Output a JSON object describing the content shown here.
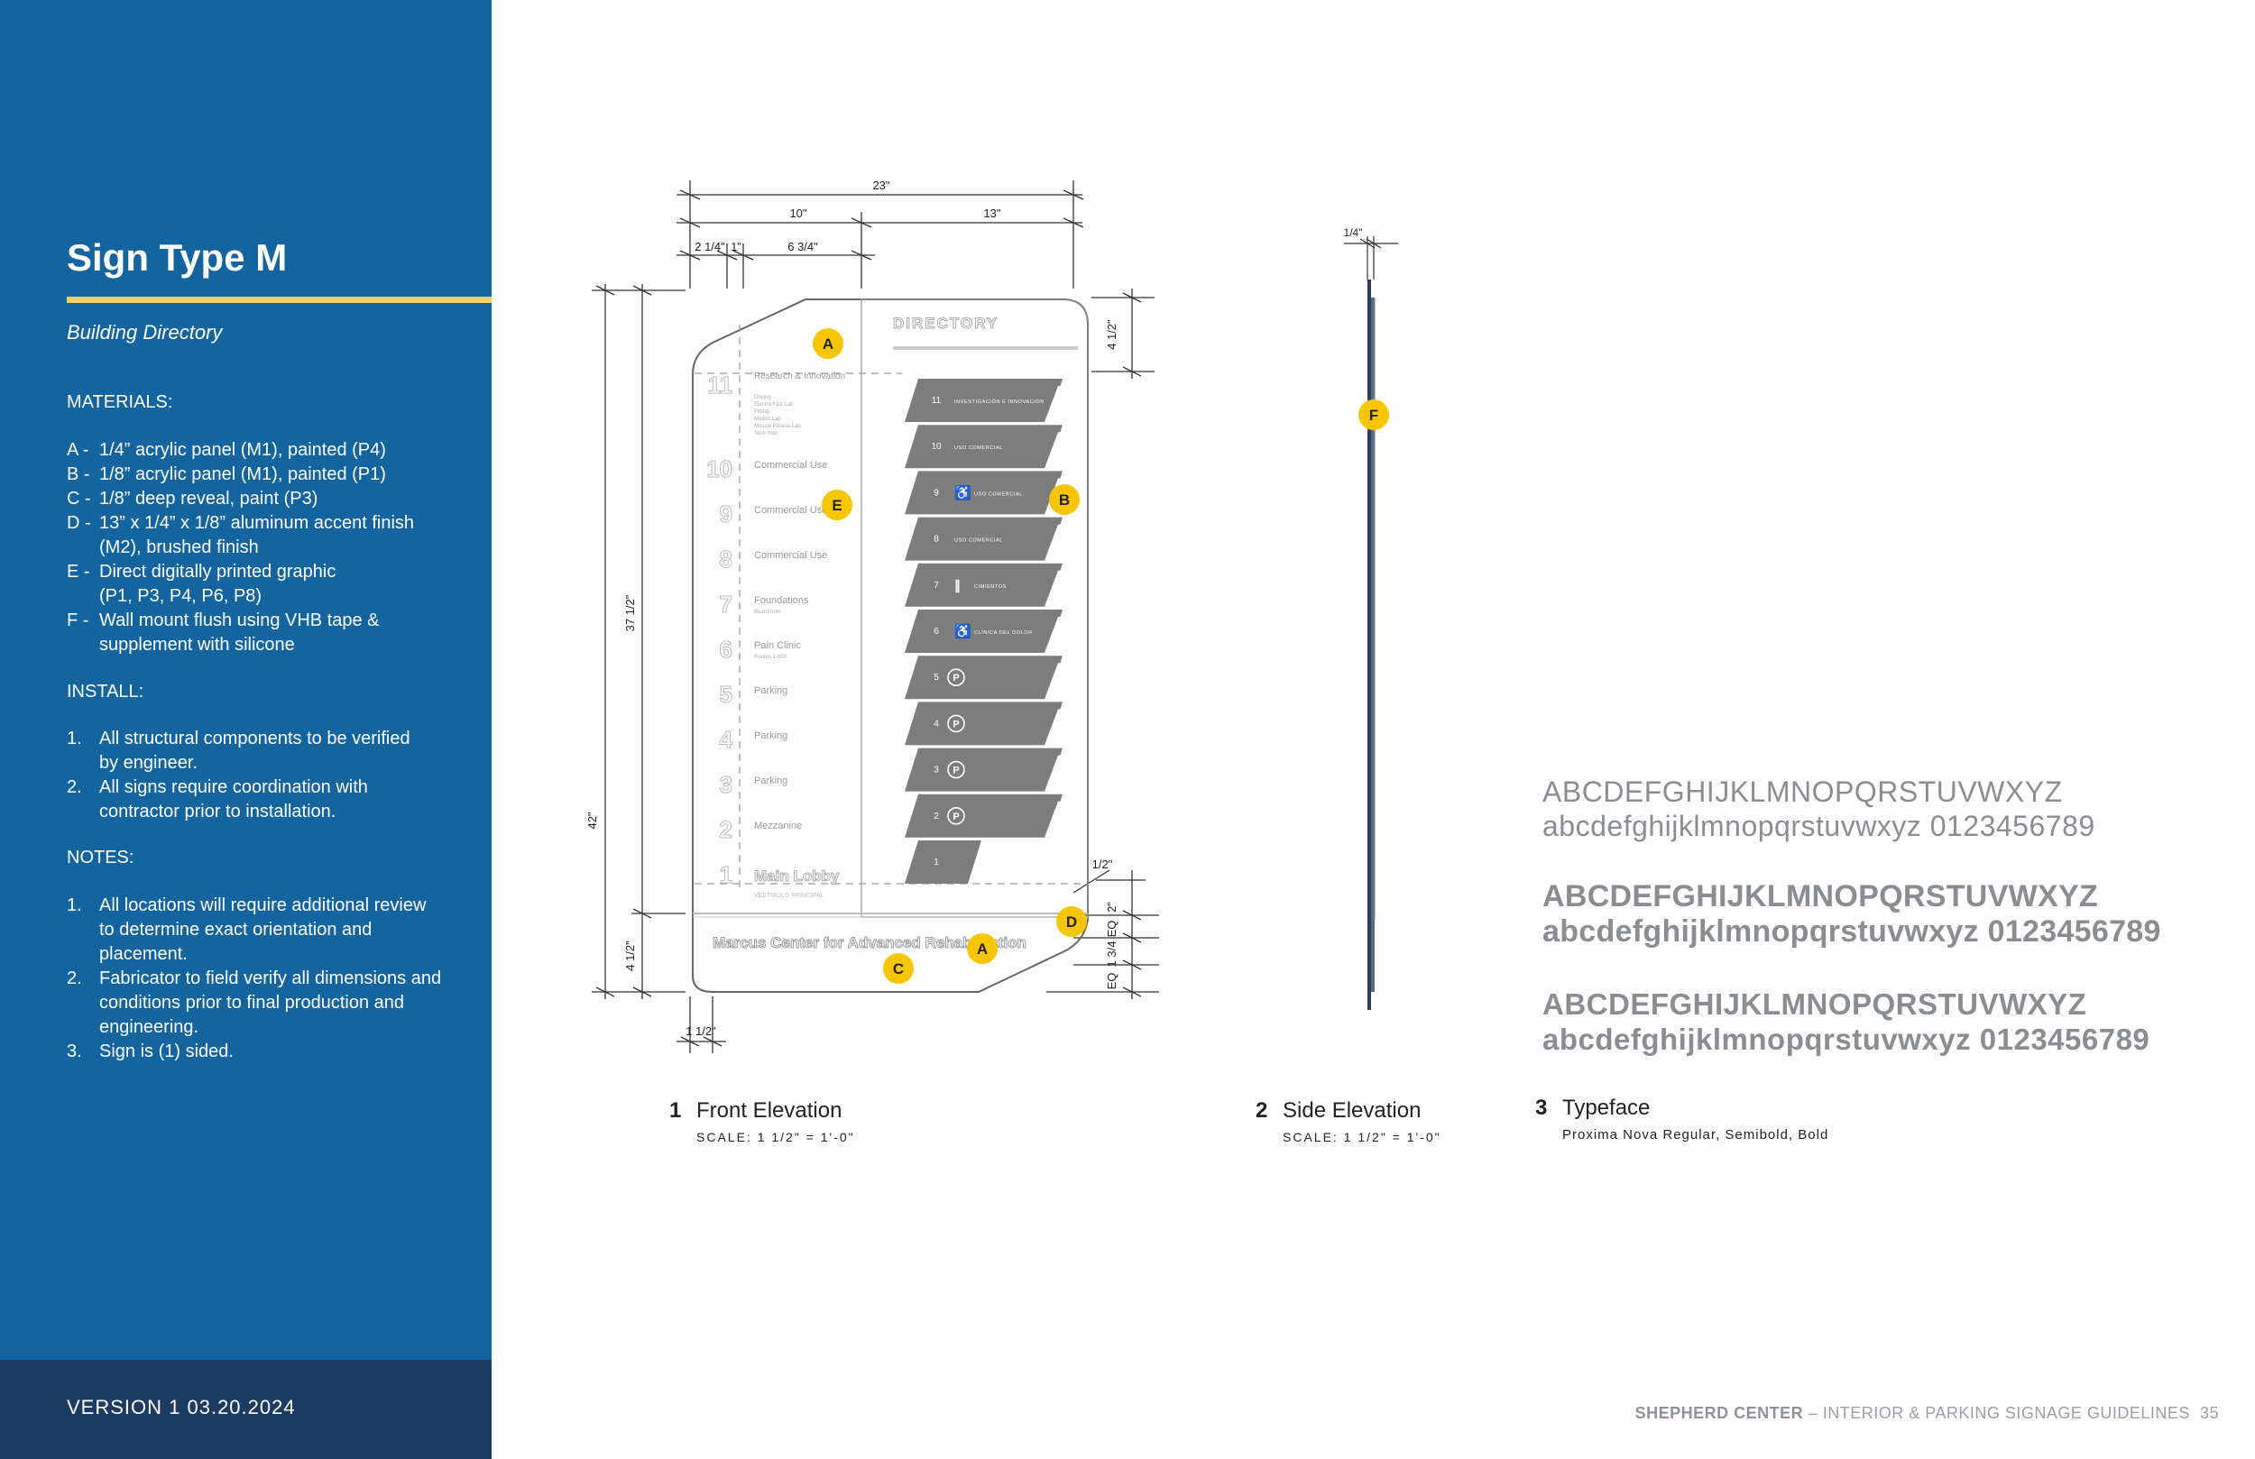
{
  "sidebar": {
    "title": "Sign Type M",
    "subtitle": "Building Directory",
    "materials_heading": "MATERIALS:",
    "materials": [
      {
        "key": "A -",
        "text": "1/4” acrylic panel (M1), painted (P4)"
      },
      {
        "key": "B -",
        "text": "1/8” acrylic panel (M1), painted (P1)"
      },
      {
        "key": "C -",
        "text": "1/8” deep reveal, paint (P3)"
      },
      {
        "key": "D -",
        "text": "13” x 1/4” x 1/8” aluminum accent finish (M2), brushed finish"
      },
      {
        "key": "E -",
        "text": "Direct digitally printed graphic (P1, P3, P4, P6, P8)"
      },
      {
        "key": "F -",
        "text": "Wall mount flush using VHB tape & supplement with silicone"
      }
    ],
    "install_heading": "INSTALL:",
    "install": [
      {
        "key": "1.",
        "text": "All structural components to be verified by engineer."
      },
      {
        "key": "2.",
        "text": "All signs require coordination with contractor prior to installation."
      }
    ],
    "notes_heading": "NOTES:",
    "notes": [
      {
        "key": "1.",
        "text": "All locations will require additional review to determine exact orientation and placement."
      },
      {
        "key": "2.",
        "text": "Fabricator to field verify all dimensions and conditions prior to final production and engineering."
      },
      {
        "key": "3.",
        "text": "Sign is (1) sided."
      }
    ],
    "version": "VERSION 1  03.20.2024"
  },
  "footer": {
    "brand": "SHEPHERD CENTER",
    "text": " – INTERIOR & PARKING SIGNAGE GUIDELINES",
    "page": "35"
  },
  "front_elevation": {
    "number": "1",
    "title": "Front Elevation",
    "scale": "SCALE: 1 1/2\" = 1'-0\"",
    "dims": {
      "overall_width": "23\"",
      "left_width": "10\"",
      "right_width": "13\"",
      "d1": "2 1/4\"",
      "d2": "1\"",
      "d3": "6 3/4\"",
      "height_total": "42\"",
      "height_upper": "37 1/2\"",
      "height_base": "4 1/2\"",
      "top_gap": "4 1/2\"",
      "bottom_margin": "1 1/2\"",
      "right_half": "1/2\"",
      "right_2": "2\"",
      "right_eq1": "EQ",
      "right_134": "1 3/4",
      "right_eq2": "EQ"
    },
    "callouts": [
      "A",
      "B",
      "C",
      "D",
      "E"
    ],
    "directory_heading": "DIRECTORY",
    "left_floors": [
      {
        "num": "11",
        "label": "Research & Innovation",
        "sub": "Driving / Electro-Fizz Lab / Fitting / Motion Lab / Muscle Fitness Lab / Tech Hub"
      },
      {
        "num": "10",
        "label": "Commercial Use",
        "sub": ""
      },
      {
        "num": "9",
        "label": "Commercial Use",
        "sub": ""
      },
      {
        "num": "8",
        "label": "Commercial Use",
        "sub": ""
      },
      {
        "num": "7",
        "label": "Foundations",
        "sub": "Boardroom"
      },
      {
        "num": "6",
        "label": "Pain Clinic",
        "sub": "Rooms 1-600"
      },
      {
        "num": "5",
        "label": "Parking",
        "sub": ""
      },
      {
        "num": "4",
        "label": "Parking",
        "sub": ""
      },
      {
        "num": "3",
        "label": "Parking",
        "sub": ""
      },
      {
        "num": "2",
        "label": "Mezzanine",
        "sub": ""
      },
      {
        "num": "1",
        "label": "Main Lobby",
        "sub": "VESTIBULO PRINCIPAL"
      }
    ],
    "right_floors": [
      {
        "num": "11",
        "label": "INVESTIGACIÓN E INNOVACIÓN",
        "icon": ""
      },
      {
        "num": "10",
        "label": "USO COMERCIAL",
        "icon": ""
      },
      {
        "num": "9",
        "label": "USO COMERCIAL",
        "icon": "accessible"
      },
      {
        "num": "8",
        "label": "USO COMERCIAL",
        "icon": ""
      },
      {
        "num": "7",
        "label": "CIMIENTOS",
        "icon": "restroom"
      },
      {
        "num": "6",
        "label": "CLÍNICA DEL DOLOR",
        "icon": "accessible"
      },
      {
        "num": "5",
        "label": "",
        "icon": "P"
      },
      {
        "num": "4",
        "label": "",
        "icon": "P"
      },
      {
        "num": "3",
        "label": "",
        "icon": "P"
      },
      {
        "num": "2",
        "label": "",
        "icon": "P"
      },
      {
        "num": "1",
        "label": "",
        "icon": ""
      }
    ],
    "base_text": "Marcus Center for Advanced Rehabilitation"
  },
  "side_elevation": {
    "number": "2",
    "title": "Side Elevation",
    "scale": "SCALE: 1 1/2\" = 1'-0\"",
    "depth": "1/4\"",
    "callout": "F"
  },
  "typeface": {
    "number": "3",
    "title": "Typeface",
    "fonts": "Proxima Nova Regular, Semibold, Bold",
    "upper": "ABCDEFGHIJKLMNOPQRSTUVWXYZ",
    "lower": "abcdefghijklmnopqrstuvwxyz 0123456789"
  },
  "colors": {
    "sidebar_blue": "#14649f",
    "footer_navy": "#1d3b63",
    "accent_yellow": "#f0d164",
    "callout_yellow": "#f7c600",
    "panel_gray": "#7d7d7d"
  }
}
